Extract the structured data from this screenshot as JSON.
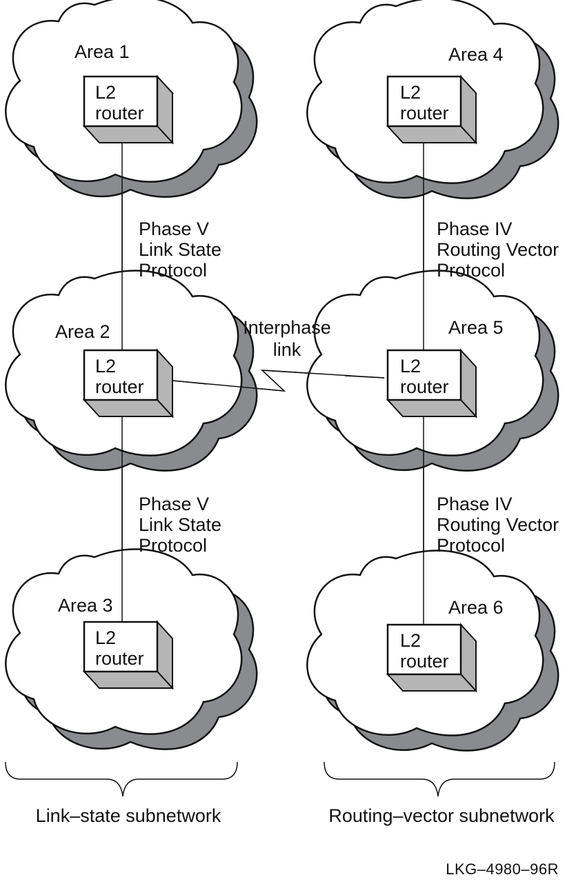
{
  "areas": [
    {
      "label": "Area 1",
      "router_line1": "L2",
      "router_line2": "router"
    },
    {
      "label": "Area 2",
      "router_line1": "L2",
      "router_line2": "router"
    },
    {
      "label": "Area 3",
      "router_line1": "L2",
      "router_line2": "router"
    },
    {
      "label": "Area 4",
      "router_line1": "L2",
      "router_line2": "router"
    },
    {
      "label": "Area 5",
      "router_line1": "L2",
      "router_line2": "router"
    },
    {
      "label": "Area 6",
      "router_line1": "L2",
      "router_line2": "router"
    }
  ],
  "links": {
    "left_upper": [
      "Phase V",
      "Link State",
      "Protocol"
    ],
    "left_lower": [
      "Phase V",
      "Link State",
      "Protocol"
    ],
    "right_upper": [
      "Phase IV",
      "Routing Vector",
      "Protocol"
    ],
    "right_lower": [
      "Phase IV",
      "Routing Vector",
      "Protocol"
    ],
    "interphase": [
      "Interphase",
      "link"
    ]
  },
  "subnetworks": {
    "left": "Link–state subnetwork",
    "right": "Routing–vector subnetwork"
  },
  "figure_id": "LKG–4980–96R",
  "colors": {
    "shadow": "#8a8b8e",
    "stroke": "#111111",
    "fill": "#ffffff"
  }
}
